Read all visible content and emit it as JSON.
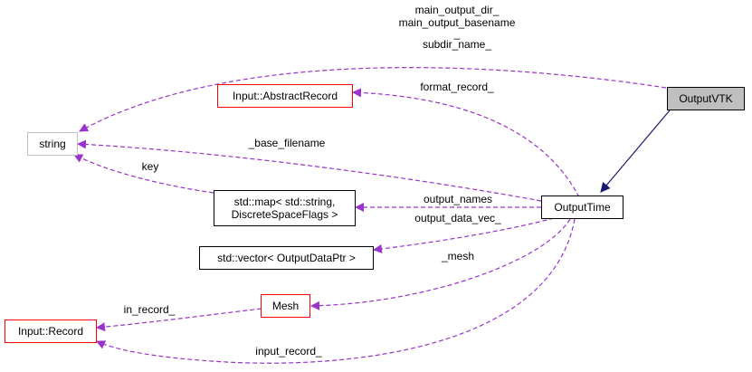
{
  "nodes": {
    "outputvtk": "OutputVTK",
    "outputtime": "OutputTime",
    "abstract_record": "Input::AbstractRecord",
    "string": "string",
    "map_line1": "std::map< std::string,",
    "map_line2": "DiscreteSpaceFlags >",
    "vector": "std::vector< OutputDataPtr >",
    "mesh": "Mesh",
    "record": "Input::Record"
  },
  "edge_labels": {
    "main_output_dir": "main_output_dir_",
    "main_output_basename": "main_output_basename",
    "underscore": "_",
    "subdir_name": "subdir_name_",
    "format_record": "format_record_",
    "base_filename": "_base_filename",
    "key": "key",
    "output_names": "output_names",
    "output_data_vec": "output_data_vec_",
    "mesh_edge": "_mesh",
    "in_record": "in_record_",
    "input_record": "input_record_"
  },
  "colors": {
    "usage_edge": "#9a32cd",
    "inherit_edge": "#191970",
    "red_border": "#ff0000",
    "gray_border": "#bfbfbf",
    "focus_fill": "#bfbfbf"
  }
}
